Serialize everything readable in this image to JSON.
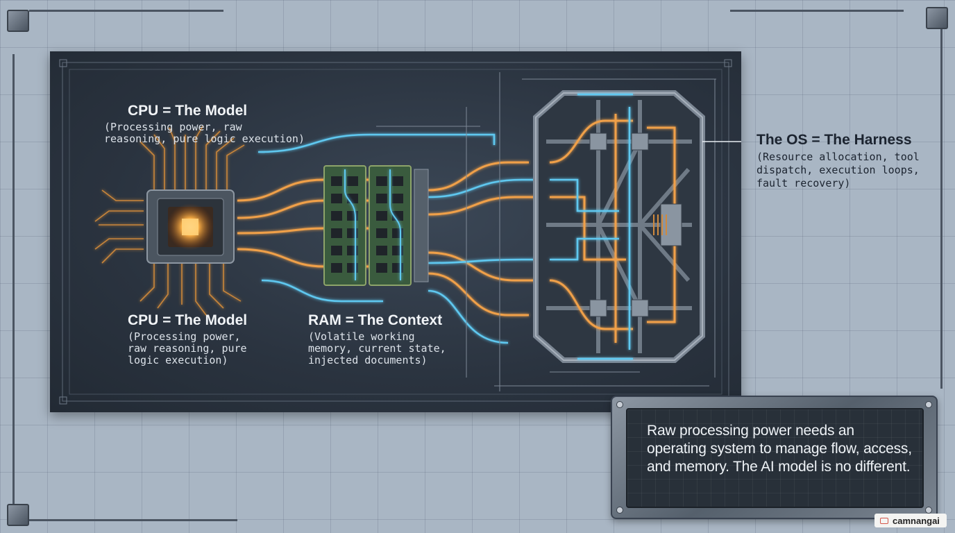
{
  "cpu_top": {
    "title": "CPU = The Model",
    "desc": "(Processing power, raw\nreasoning, pure logic execution)"
  },
  "cpu_bottom": {
    "title": "CPU = The Model",
    "desc": "(Processing power,\nraw reasoning, pure\nlogic execution)"
  },
  "ram": {
    "title": "RAM = The Context",
    "desc": "(Volatile working\nmemory, current state,\ninjected documents)"
  },
  "os": {
    "title": "The OS = The Harness",
    "desc": "(Resource allocation, tool\ndispatch, execution loops,\nfault recovery)"
  },
  "callout": {
    "text": "Raw processing power needs an operating system to manage flow, access, and memory. The AI model is no different."
  },
  "watermark": {
    "text": "camnangai"
  },
  "colors": {
    "panel": "#2a333f",
    "trace_orange": "#f0a048",
    "trace_blue": "#5ec8f0",
    "frame_metal": "#7c8794",
    "background": "#a9b6c4"
  },
  "icons": [
    "cpu-chip-icon",
    "ram-module-icon",
    "os-frame-icon",
    "watermark-icon"
  ]
}
